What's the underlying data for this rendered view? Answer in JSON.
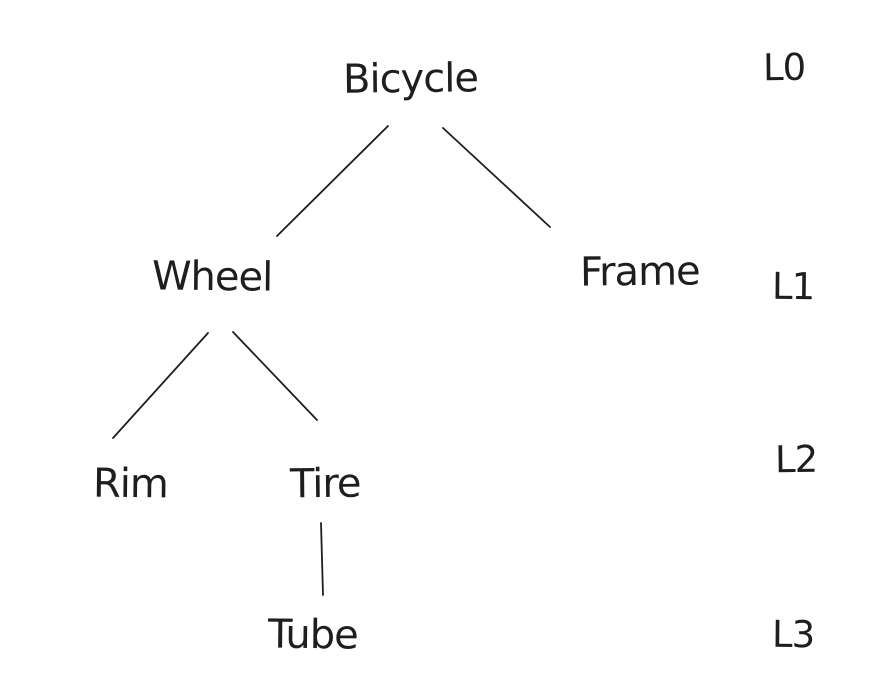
{
  "colors": {
    "background": "#ffffff",
    "ink": "#1e1e1e"
  },
  "tree": {
    "nodes": [
      {
        "label": "Bicycle",
        "level": "L0"
      },
      {
        "label": "Wheel",
        "level": "L1"
      },
      {
        "label": "Frame",
        "level": "L1"
      },
      {
        "label": "Rim",
        "level": "L2"
      },
      {
        "label": "Tire",
        "level": "L2"
      },
      {
        "label": "Tube",
        "level": "L3"
      }
    ],
    "edges": [
      {
        "from": "Bicycle",
        "to": "Wheel"
      },
      {
        "from": "Bicycle",
        "to": "Frame"
      },
      {
        "from": "Wheel",
        "to": "Rim"
      },
      {
        "from": "Wheel",
        "to": "Tire"
      },
      {
        "from": "Tire",
        "to": "Tube"
      }
    ]
  },
  "level_labels": [
    {
      "label": "L0"
    },
    {
      "label": "L1"
    },
    {
      "label": "L2"
    },
    {
      "label": "L3"
    }
  ]
}
